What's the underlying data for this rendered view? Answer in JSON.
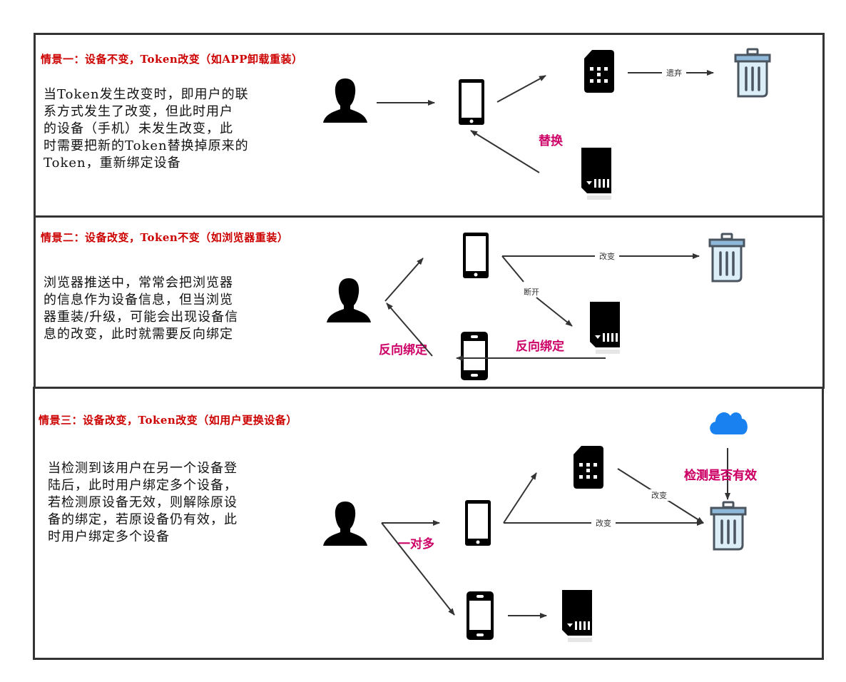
{
  "scenarios": [
    {
      "title": "情景一：设备不变，Token改变（如APP卸载重装）",
      "description": [
        "当Token发生改变时，即用户的联",
        "系方式发生了改变，但此时用户",
        "的设备（手机）未发生改变，此",
        "时需要把新的Token替换掉原来的",
        "Token，重新绑定设备"
      ],
      "labels": {
        "replace": "替换",
        "discard": "遗弃"
      },
      "nodes": [
        "user-icon",
        "phone-icon",
        "sim-card-icon",
        "trash-icon",
        "sd-card-icon"
      ]
    },
    {
      "title": "情景二：设备改变，Token不变（如浏览器重装）",
      "description": [
        "浏览器推送中，常常会把浏览器",
        "的信息作为设备信息，但当浏览",
        "器重装/升级，可能会出现设备信",
        "息的改变，此时就需要反向绑定"
      ],
      "labels": {
        "change": "改变",
        "disconnect": "断开",
        "reverse_bind_left": "反向绑定",
        "reverse_bind_right": "反向绑定"
      },
      "nodes": [
        "user-icon",
        "phone-icon",
        "trash-icon",
        "sd-card-icon",
        "phone-alt-icon"
      ]
    },
    {
      "title": "情景三：设备改变，Token改变（如用户更换设备）",
      "description": [
        "当检测到该用户在另一个设备登",
        "陆后，此时用户绑定多个设备，",
        "若检测原设备无效，则解除原设",
        "备的绑定，若原设备仍有效，此",
        "时用户绑定多个设备"
      ],
      "labels": {
        "one_to_many": "一对多",
        "change_sim": "改变",
        "change_phone": "改变",
        "check_valid": "检测是否有效"
      },
      "nodes": [
        "user-icon",
        "phone-icon",
        "sim-card-icon",
        "trash-icon",
        "cloud-icon",
        "phone-alt-icon",
        "sd-card-icon"
      ]
    }
  ],
  "colors": {
    "title": "#cc0000",
    "highlight": "#cc0066",
    "border": "#333333",
    "arrow": "#333333",
    "cloud": "#1a82f0",
    "trash_body": "#dceef7",
    "trash_lid": "#8fb8d8",
    "trash_stroke": "#4a5560"
  }
}
